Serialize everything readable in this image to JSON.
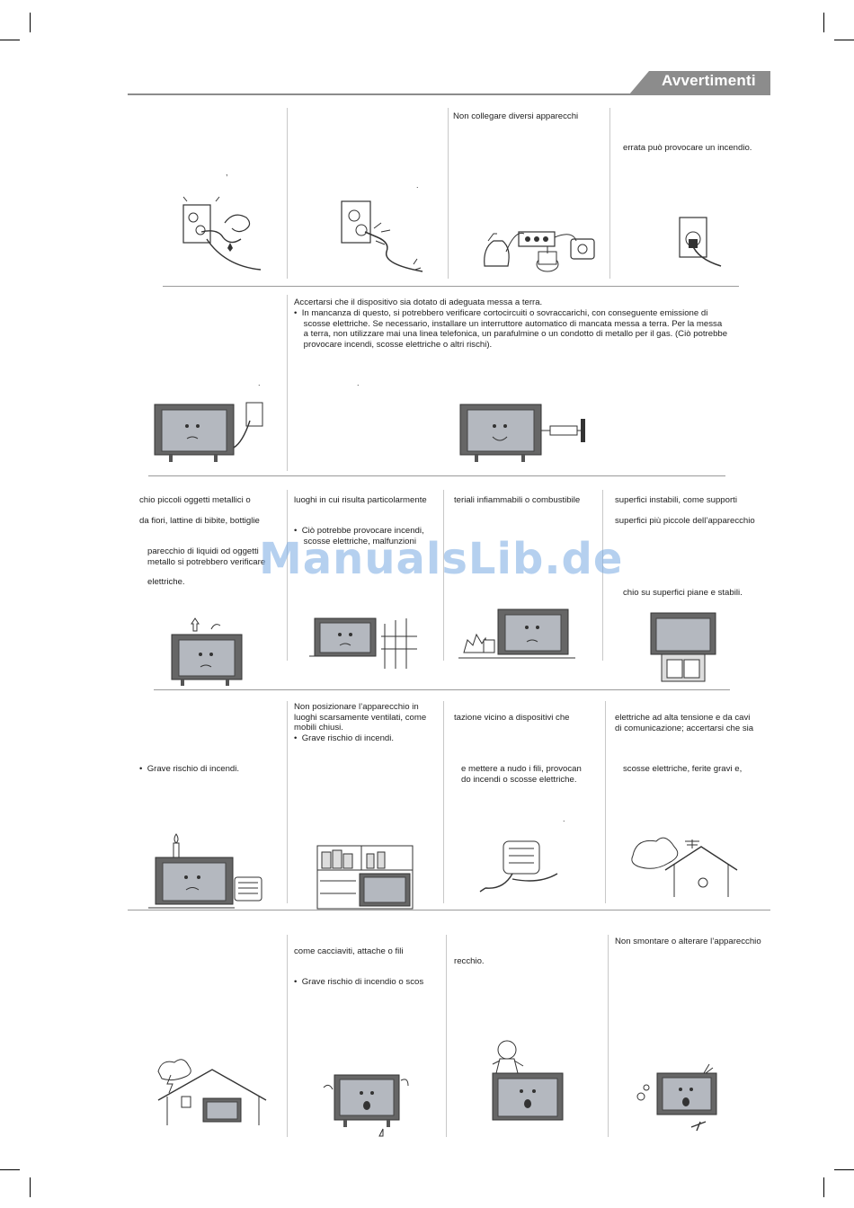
{
  "header": {
    "title": "Avvertimenti"
  },
  "watermark": "ManualsLib.de",
  "row1": {
    "c3_text": "Non collegare diversi apparecchi",
    "c4_text": "errata può provocare un incendio."
  },
  "row2": {
    "c2_title": "Accertarsi che il dispositivo sia dotato di adeguata messa a terra.",
    "c2_bullet_lines": [
      "•  In mancanza di questo, si potrebbero verificare cortocircuiti o sovraccarichi, con conseguente emissione di",
      "    scosse elettriche. Se necessario, installare un interruttore automatico di mancata messa a terra. Per la messa",
      "    a terra, non utilizzare mai una linea telefonica, un parafulmine o un condotto di metallo per il gas. (Ciò potrebbe",
      "    provocare incendi, scosse elettriche o altri rischi)."
    ]
  },
  "row3": {
    "c1_l1": "chio piccoli oggetti metallici o",
    "c1_l2": "da fiori, lattine di bibite, bottiglie",
    "c1_l3": "parecchio di liquidi od oggetti",
    "c1_l4": "metallo si potrebbero verificare",
    "c1_l5": "elettriche.",
    "c2_l1": "luoghi in cui risulta particolarmente",
    "c2_l2": "•  Ciò potrebbe provocare incendi,",
    "c2_l3": "    scosse elettriche, malfunzioni",
    "c3_l1": "teriali infiammabili o combustibile",
    "c4_l1": "superfici instabili, come supporti",
    "c4_l2": "superfici più piccole dell’apparecchio",
    "c4_l3": "chio su superfici piane e stabili."
  },
  "row4": {
    "c1_l1": "•  Grave rischio di incendi.",
    "c2_l1": "Non posizionare l’apparecchio in",
    "c2_l2": "luoghi scarsamente ventilati, come",
    "c2_l3": "mobili chiusi.",
    "c2_l4": "•  Grave rischio di incendi.",
    "c3_l1": "tazione vicino a dispositivi che",
    "c3_l2": "e mettere a nudo i fili, provocan",
    "c3_l3": "do incendi o scosse elettriche.",
    "c4_l1": "elettriche ad alta tensione e da cavi",
    "c4_l2": "di comunicazione; accertarsi che sia",
    "c4_l3": "scosse elettriche, ferite gravi e,"
  },
  "row5": {
    "c2_l1": "come cacciaviti, attache o fili",
    "c2_l2": "•  Grave rischio di incendio o scos",
    "c3_l1": "recchio.",
    "c4_l1": "Non smontare o alterare l’apparecchio"
  },
  "colors": {
    "header_bar": "#8c8c8c",
    "tv_screen": "#b4b8bf",
    "tv_frame": "#555555",
    "watermark": "#78aae1"
  }
}
